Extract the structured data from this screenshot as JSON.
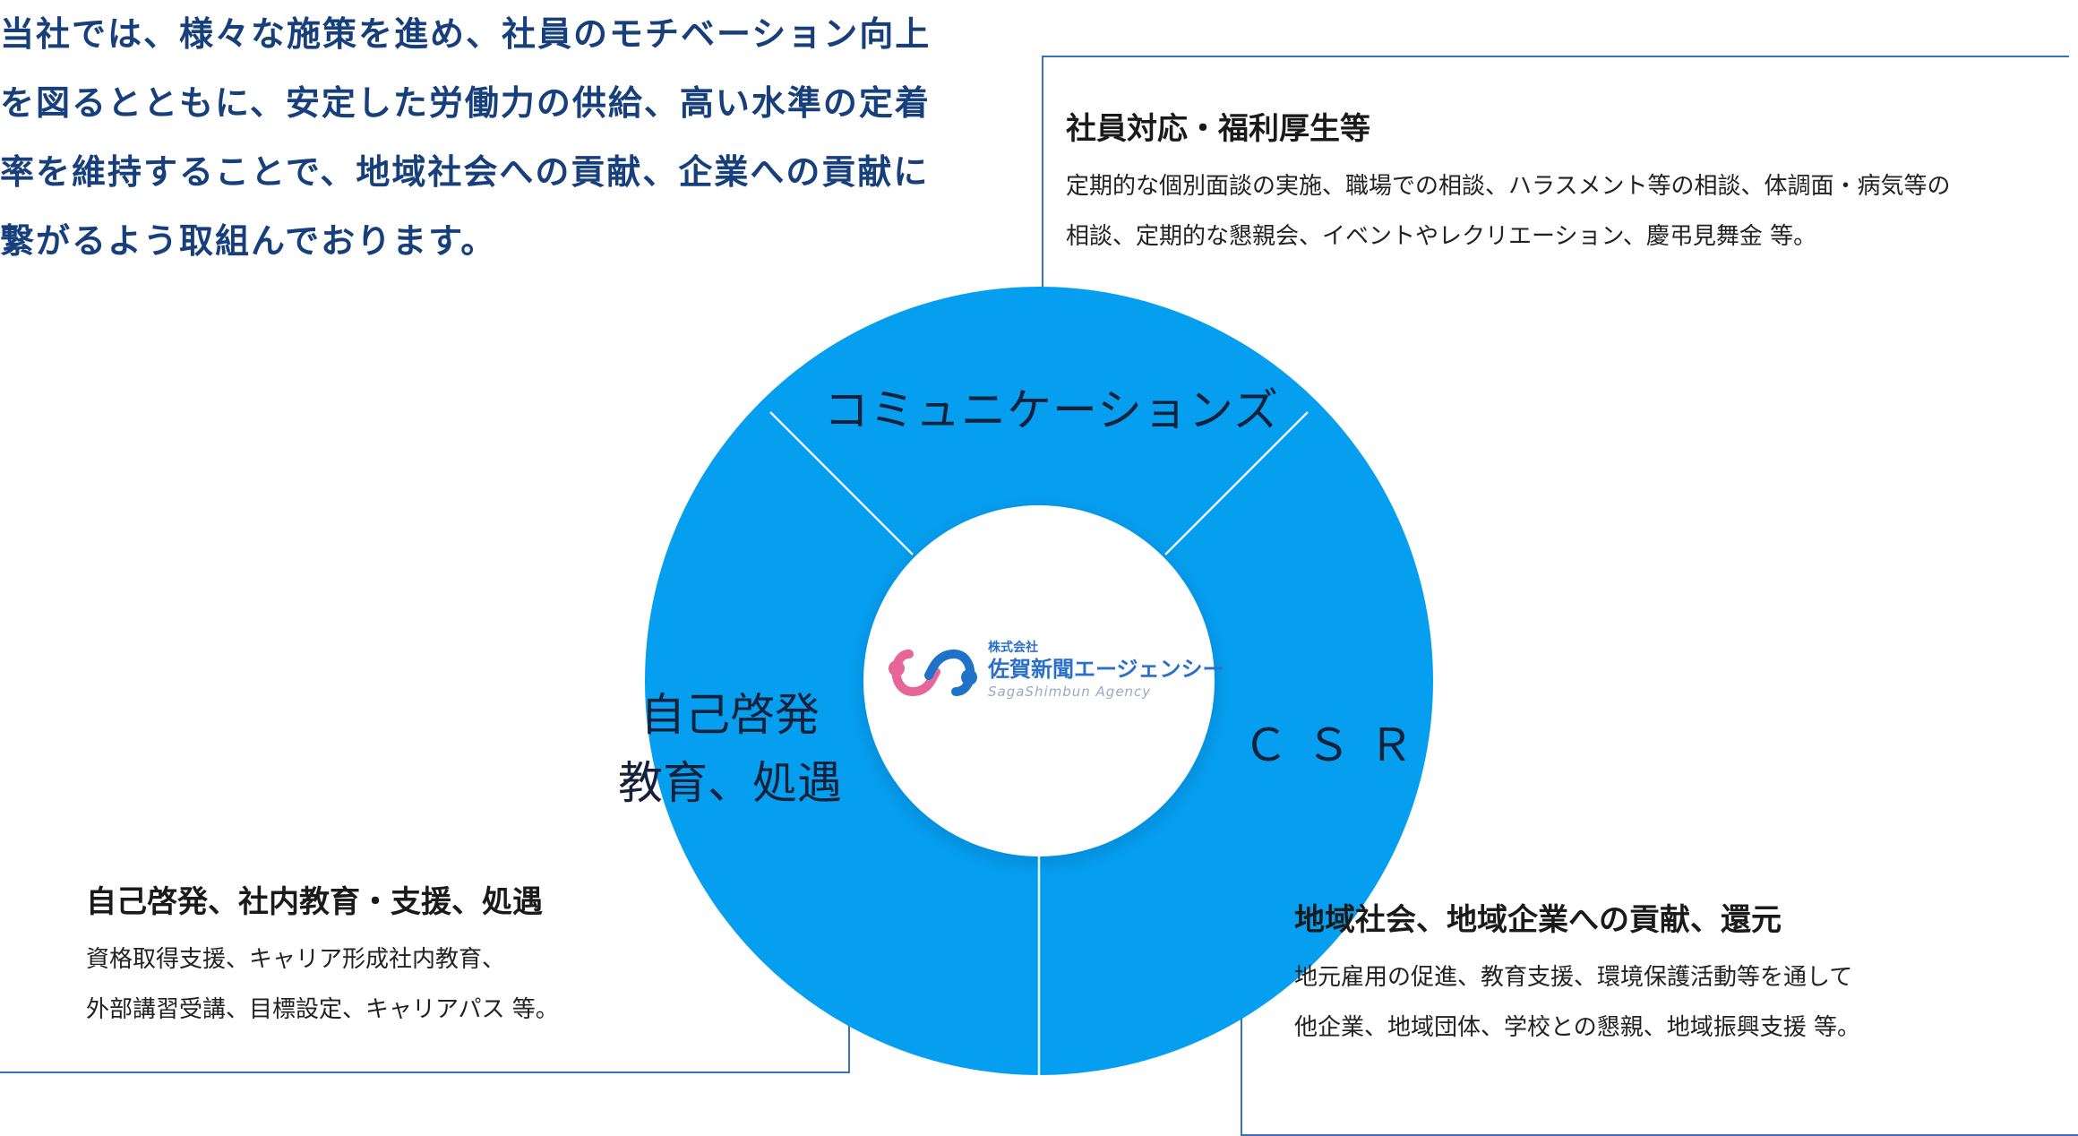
{
  "intro": {
    "lines": [
      "当社では、様々な施策を進め、社員のモチベーション向上",
      "を図るとともに、安定した労働力の供給、高い水準の定着",
      "率を維持することで、地域社会への貢献、企業への貢献に",
      "繋がるよう取組んでおります。"
    ]
  },
  "ring": {
    "segments": [
      {
        "key": "communications",
        "label": "コミュニケーションズ"
      },
      {
        "key": "csr",
        "label": "ＣＳＲ"
      },
      {
        "key": "self",
        "label_lines": [
          "自己啓発",
          "教育、処遇"
        ]
      }
    ],
    "color": "#069ff0",
    "divider_color": "#e6f4fd"
  },
  "logo": {
    "company_type": "株式会社",
    "name": "佐賀新聞エージェンシー",
    "name_en": "SagaShimbun Agency",
    "mark_color_pink": "#e8659a",
    "mark_color_blue": "#1e73c8"
  },
  "boxes": {
    "employee": {
      "title": "社員対応・福利厚生等",
      "lines": [
        "定期的な個別面談の実施、職場での相談、ハラスメント等の相談、体調面・病気等の",
        "相談、定期的な懇親会、イベントやレクリエーション、慶弔見舞金 等。"
      ]
    },
    "self": {
      "title": "自己啓発、社内教育・支援、処遇",
      "lines": [
        "資格取得支援、キャリア形成社内教育、",
        "外部講習受講、目標設定、キャリアパス 等。"
      ]
    },
    "csr": {
      "title": "地域社会、地域企業への貢献、還元",
      "lines": [
        "地元雇用の促進、教育支援、環境保護活動等を通して",
        "他企業、地域団体、学校との懇親、地域振興支援 等。"
      ]
    }
  }
}
